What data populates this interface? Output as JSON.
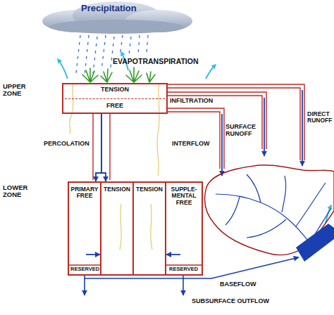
{
  "diagram": {
    "nodes": [
      {
        "text": [
          "TENSION",
          "FREE"
        ]
      },
      {
        "text": [
          "PRIMARY FREE"
        ]
      },
      {
        "text": [
          "TENSION"
        ]
      },
      {
        "text": [
          "TENSION"
        ]
      },
      {
        "text": [
          "SUPPLE- MENTAL FREE"
        ]
      }
    ],
    "edges": [
      {
        "from": 0,
        "to": 1,
        "arrow": "to"
      },
      {
        "from": 0,
        "to": 2,
        "arrow": "to"
      },
      {
        "from": 1,
        "to": 2,
        "arrow": "to"
      },
      {
        "from": 4,
        "to": 3,
        "arrow": "to"
      }
    ],
    "labels": [
      "Precipitation",
      "EVAPOTRANSPIRATION",
      "UPPER ZONE",
      "INFILTRATION",
      "DIRECT RUNOFF",
      "PERCOLATION",
      "INTERFLOW",
      "SURFACE RUNOFF",
      "LOWER ZONE",
      "RESERVED",
      "RESERVED",
      "BASEFLOW",
      "SUBSURFACE OUTFLOW"
    ]
  }
}
